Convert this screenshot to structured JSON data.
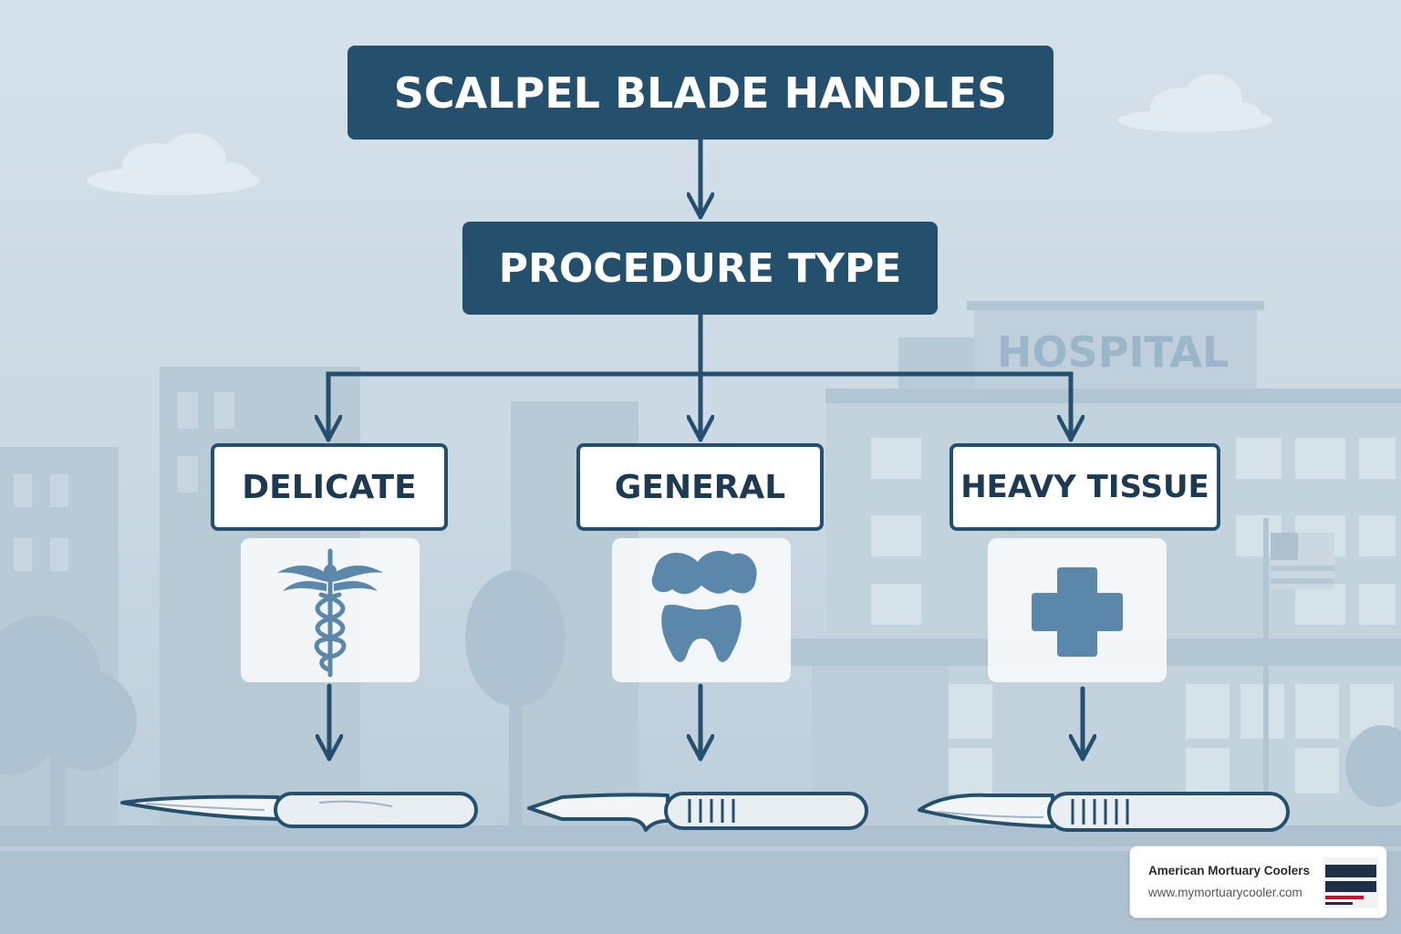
{
  "diagram": {
    "title": "SCALPEL BLADE HANDLES",
    "decision_node": "PROCEDURE TYPE",
    "categories": [
      {
        "label": "DELICATE",
        "icon": "caduceus-icon"
      },
      {
        "label": "GENERAL",
        "icon": "tooth-icon"
      },
      {
        "label": "HEAVY TISSUE",
        "icon": "medical-cross-icon"
      }
    ]
  },
  "background": {
    "building_sign": "HOSPITAL"
  },
  "watermark": {
    "company": "American Mortuary Coolers",
    "url": "www.mymortuarycooler.com"
  },
  "colors": {
    "node_fill": "#24506e",
    "arrow": "#24506e",
    "icon": "#5b87aa",
    "background": "#d0dde7"
  }
}
